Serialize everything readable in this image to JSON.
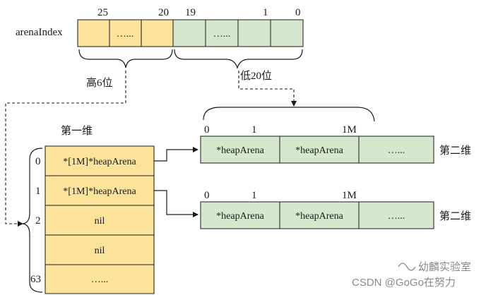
{
  "arena_index": {
    "label": "arenaIndex",
    "bit_labels": [
      "25",
      "20",
      "19",
      "1",
      "0"
    ],
    "high_cells": [
      "",
      "…...",
      ""
    ],
    "low_cells": [
      "",
      "…...",
      "",
      ""
    ],
    "high_brace_label": "高6位",
    "low_brace_label": "低20位"
  },
  "first_dim": {
    "title": "第一维",
    "indices": [
      "0",
      "1",
      "2",
      "",
      "63"
    ],
    "cells": [
      "*[1M]*heapArena",
      "*[1M]*heapArena",
      "nil",
      "nil",
      "…..."
    ]
  },
  "second_dims": [
    {
      "label": "第二维",
      "indices": [
        "0",
        "1",
        "1M"
      ],
      "cells": [
        "*heapArena",
        "*heapArena",
        "…..."
      ]
    },
    {
      "label": "第二维",
      "indices": [
        "0",
        "1",
        "1M"
      ],
      "cells": [
        "*heapArena",
        "*heapArena",
        "…..."
      ]
    }
  ],
  "watermark": {
    "channel": "幼麟实验室",
    "credit": "CSDN @GoGo在努力"
  },
  "colors": {
    "yellow_fill": "#fbe39c",
    "green_fill": "#d5e8cd",
    "stroke": "#1a1a1a"
  }
}
